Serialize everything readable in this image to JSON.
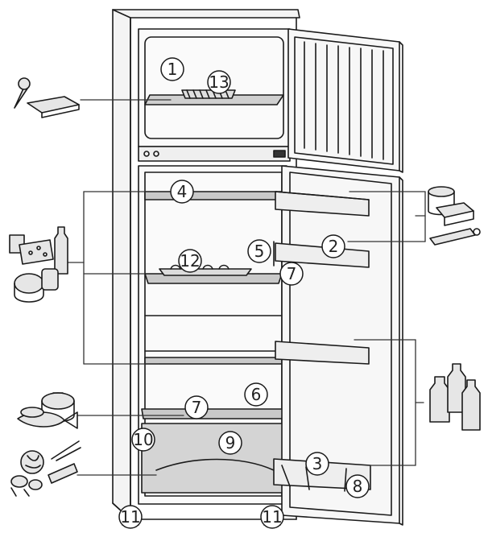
{
  "callouts": [
    {
      "id": "c1",
      "label": "1"
    },
    {
      "id": "c13",
      "label": "13"
    },
    {
      "id": "c4",
      "label": "4"
    },
    {
      "id": "c2",
      "label": "2"
    },
    {
      "id": "c5",
      "label": "5"
    },
    {
      "id": "c12",
      "label": "12"
    },
    {
      "id": "c7a",
      "label": "7"
    },
    {
      "id": "c6",
      "label": "6"
    },
    {
      "id": "c7b",
      "label": "7"
    },
    {
      "id": "c10",
      "label": "10"
    },
    {
      "id": "c9",
      "label": "9"
    },
    {
      "id": "c3",
      "label": "3"
    },
    {
      "id": "c8",
      "label": "8"
    },
    {
      "id": "c11a",
      "label": "11"
    },
    {
      "id": "c11b",
      "label": "11"
    }
  ],
  "colors": {
    "line": "#1a1a1a",
    "shelf_fill": "#c9c9c9",
    "crisper_fill": "#d4d4d4",
    "food_fill": "#e6e6e6",
    "background": "#ffffff"
  }
}
